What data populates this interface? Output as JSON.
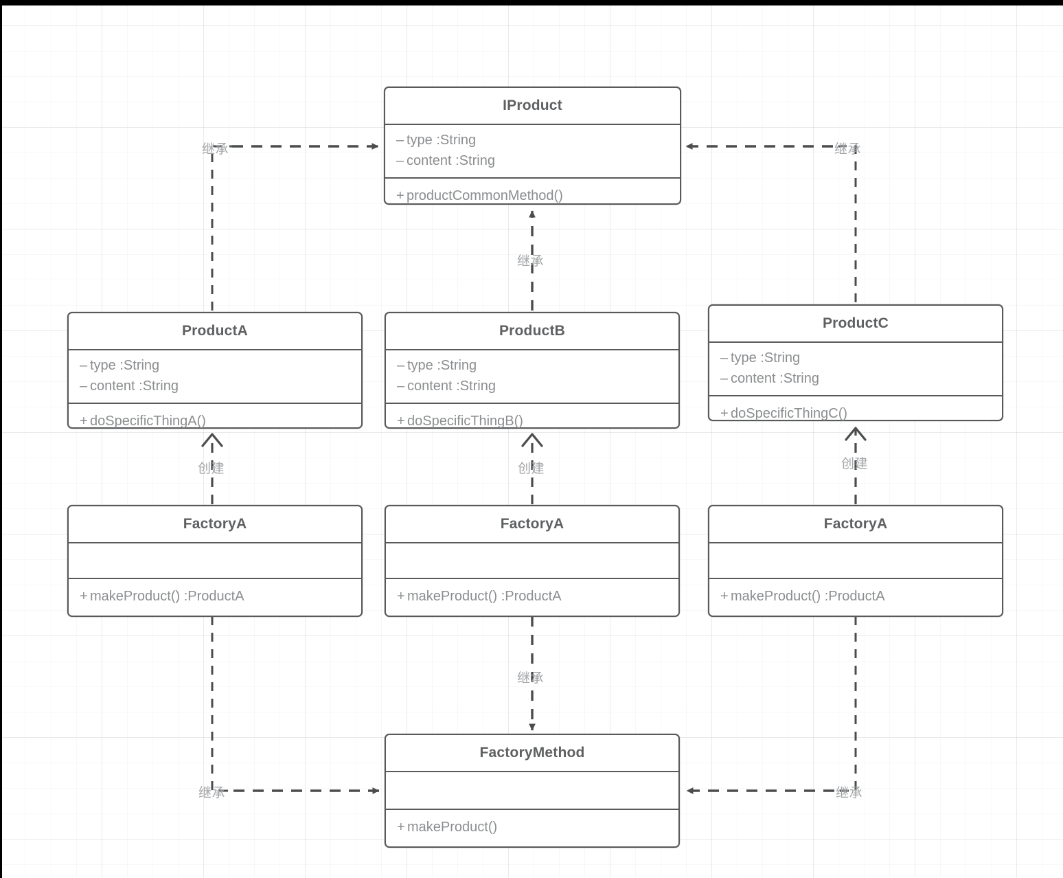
{
  "diagram": {
    "kind": "uml-class-diagram",
    "title_visible": false,
    "labels": {
      "inherit": "继承",
      "create": "创建"
    },
    "palette": {
      "border": "#57595b",
      "title_text": "#5e6062",
      "member_text": "#8b8d8f",
      "edge_label_text": "#a3a5a7",
      "arrow": "#4a4c4e",
      "grid_line": "#ededed",
      "background": "#ffffff",
      "frame": "#000000"
    }
  },
  "classes": {
    "iproduct": {
      "name": "IProduct",
      "attributes": [
        {
          "visibility": "–",
          "text": "type :String"
        },
        {
          "visibility": "–",
          "text": "content :String"
        }
      ],
      "operations": [
        {
          "visibility": "+",
          "text": "productCommonMethod()"
        }
      ]
    },
    "productA": {
      "name": "ProductA",
      "attributes": [
        {
          "visibility": "–",
          "text": "type :String"
        },
        {
          "visibility": "–",
          "text": "content :String"
        }
      ],
      "operations": [
        {
          "visibility": "+",
          "text": "doSpecificThingA()"
        }
      ]
    },
    "productB": {
      "name": "ProductB",
      "attributes": [
        {
          "visibility": "–",
          "text": "type :String"
        },
        {
          "visibility": "–",
          "text": "content :String"
        }
      ],
      "operations": [
        {
          "visibility": "+",
          "text": "doSpecificThingB()"
        }
      ]
    },
    "productC": {
      "name": "ProductC",
      "attributes": [
        {
          "visibility": "–",
          "text": "type :String"
        },
        {
          "visibility": "–",
          "text": "content :String"
        }
      ],
      "operations": [
        {
          "visibility": "+",
          "text": "doSpecificThingC()"
        }
      ]
    },
    "factoryA1": {
      "name": "FactoryA",
      "attributes": [],
      "operations": [
        {
          "visibility": "+",
          "text": "makeProduct() :ProductA"
        }
      ]
    },
    "factoryA2": {
      "name": "FactoryA",
      "attributes": [],
      "operations": [
        {
          "visibility": "+",
          "text": "makeProduct() :ProductA"
        }
      ]
    },
    "factoryA3": {
      "name": "FactoryA",
      "attributes": [],
      "operations": [
        {
          "visibility": "+",
          "text": "makeProduct() :ProductA"
        }
      ]
    },
    "factoryMethod": {
      "name": "FactoryMethod",
      "attributes": [],
      "operations": [
        {
          "visibility": "+",
          "text": "makeProduct()"
        }
      ]
    }
  },
  "relations": [
    {
      "id": "r1",
      "from": "ProductA",
      "to": "IProduct",
      "label": "继承",
      "style": "dashed",
      "arrow": "filled-triangle"
    },
    {
      "id": "r2",
      "from": "ProductB",
      "to": "IProduct",
      "label": "继承",
      "style": "dashed",
      "arrow": "filled-triangle"
    },
    {
      "id": "r3",
      "from": "ProductC",
      "to": "IProduct",
      "label": "继承",
      "style": "dashed",
      "arrow": "filled-triangle"
    },
    {
      "id": "r4",
      "from": "FactoryA",
      "to": "ProductA",
      "label": "创建",
      "style": "dashed",
      "arrow": "open-v"
    },
    {
      "id": "r5",
      "from": "FactoryA",
      "to": "ProductB",
      "label": "创建",
      "style": "dashed",
      "arrow": "open-v"
    },
    {
      "id": "r6",
      "from": "FactoryA",
      "to": "ProductC",
      "label": "创建",
      "style": "dashed",
      "arrow": "open-v"
    },
    {
      "id": "r7",
      "from": "FactoryA",
      "to": "FactoryMethod",
      "label": "继承",
      "style": "dashed",
      "arrow": "filled-triangle"
    },
    {
      "id": "r8",
      "from": "FactoryA",
      "to": "FactoryMethod",
      "label": "继承",
      "style": "dashed",
      "arrow": "filled-triangle"
    },
    {
      "id": "r9",
      "from": "FactoryA",
      "to": "FactoryMethod",
      "label": "继承",
      "style": "dashed",
      "arrow": "filled-triangle"
    }
  ],
  "edge_labels": {
    "iproduct_left": "继承",
    "iproduct_right": "继承",
    "iproduct_center": "继承",
    "createA": "创建",
    "createB": "创建",
    "createC": "创建",
    "fm_center": "继承",
    "fm_left": "继承",
    "fm_right": "继承"
  }
}
